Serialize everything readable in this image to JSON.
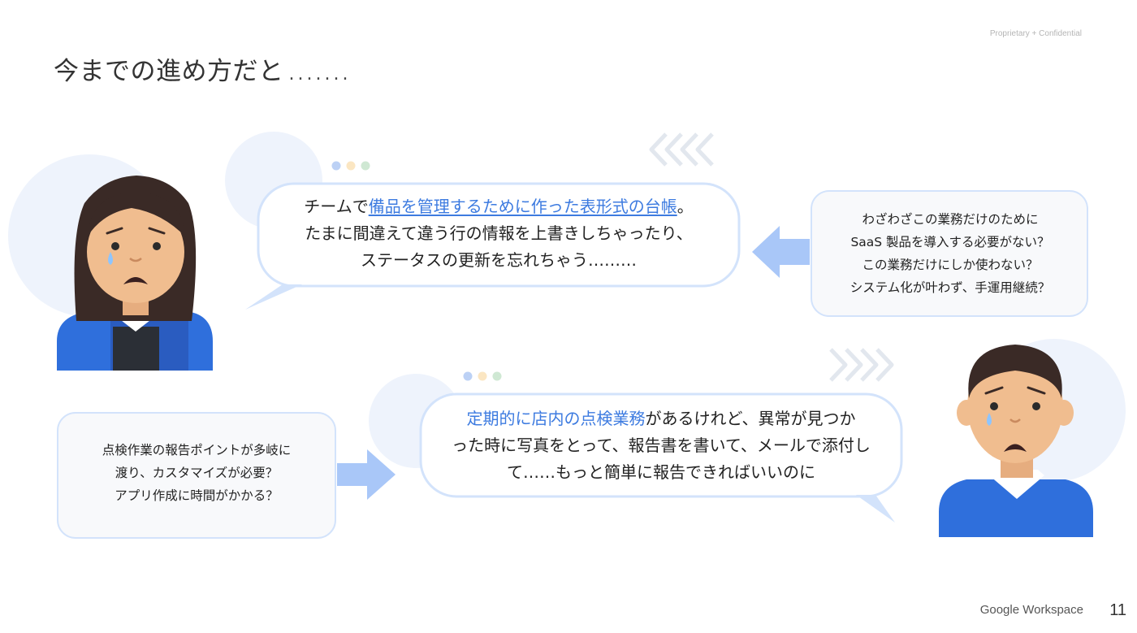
{
  "header": {
    "confidential": "Proprietary + Confidential",
    "title": "今までの進め方だと",
    "title_dots": "......."
  },
  "bubble_top": {
    "line1_before": "チームで",
    "line1_highlight": "備品を管理するために作った表形式の台帳",
    "line1_after": "。",
    "line2": "たまに間違えて違う行の情報を上書きしちゃったり、",
    "line3": "ステータスの更新を忘れちゃう………"
  },
  "box_right": {
    "line1": "わざわざこの業務だけのために",
    "line2": "SaaS 製品を導入する必要がない？",
    "line3": "この業務だけにしか使わない？",
    "line4": "システム化が叶わず、手運用継続？"
  },
  "bubble_bottom": {
    "line1_highlight": "定期的に店内の点検業務",
    "line1_after": "があるけれど、異常が見つか",
    "line2": "った時に写真をとって、報告書を書いて、メールで添付し",
    "line3": "て……もっと簡単に報告できればいいのに"
  },
  "box_left": {
    "line1": "点検作業の報告ポイントが多岐に",
    "line2": "渡り、カスタマイズが必要？",
    "line3": "アプリ作成に時間がかかる？"
  },
  "footer": {
    "brand": "Google Workspace",
    "page": "11"
  },
  "colors": {
    "accent_blue": "#3d7be0",
    "bubble_border": "#d3e3fb",
    "arrow": "#a9c7f8",
    "bg_circle": "#eef3fc",
    "skin": "#f0bd8f",
    "hair": "#3a2a26",
    "shirt_blue": "#2f6fdc"
  },
  "icons": {
    "chevrons_left": "chevron-left-triple-icon",
    "chevrons_right": "chevron-right-triple-icon",
    "dots": "three-dots-icon",
    "arrow_left": "arrow-left-icon",
    "arrow_right": "arrow-right-icon"
  }
}
